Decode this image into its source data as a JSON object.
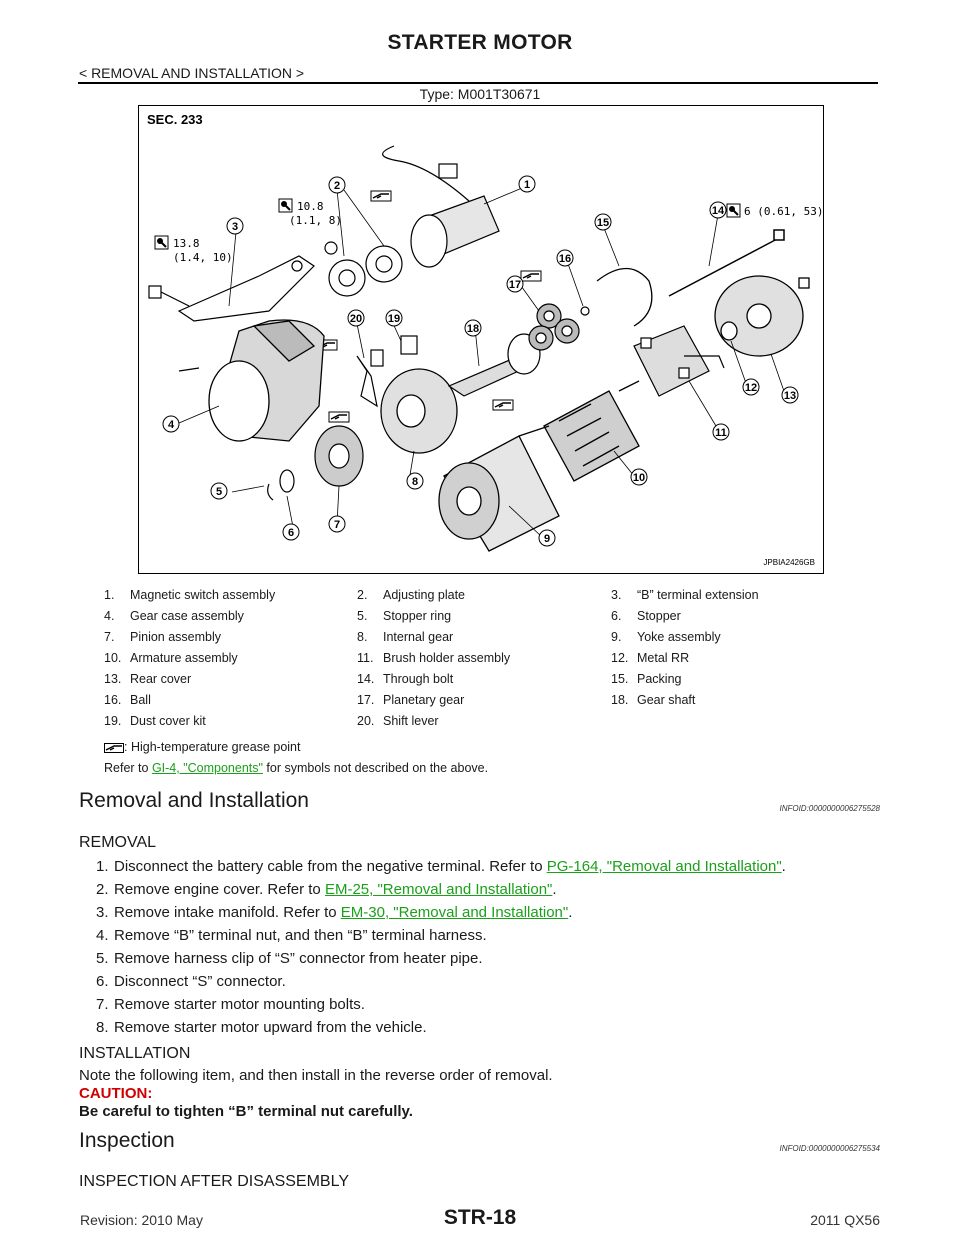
{
  "header": {
    "title": "STARTER MOTOR",
    "breadcrumb": "< REMOVAL AND INSTALLATION >",
    "type": "Type: M001T30671"
  },
  "diagram": {
    "section_code": "SEC. 233",
    "image_id": "JPBIA2426GB",
    "torque_1": "13.8",
    "torque_1_sub": "(1.4, 10)",
    "torque_2": "10.8",
    "torque_2_sub": "(1.1, 8)",
    "torque_3": "6 (0.61, 53)",
    "callouts": [
      "1",
      "2",
      "3",
      "4",
      "5",
      "6",
      "7",
      "8",
      "9",
      "10",
      "11",
      "12",
      "13",
      "14",
      "15",
      "16",
      "17",
      "18",
      "19",
      "20"
    ]
  },
  "legend": [
    {
      "num": "1.",
      "label": "Magnetic switch assembly"
    },
    {
      "num": "2.",
      "label": "Adjusting plate"
    },
    {
      "num": "3.",
      "label": "“B” terminal extension"
    },
    {
      "num": "4.",
      "label": "Gear case assembly"
    },
    {
      "num": "5.",
      "label": "Stopper ring"
    },
    {
      "num": "6.",
      "label": "Stopper"
    },
    {
      "num": "7.",
      "label": "Pinion assembly"
    },
    {
      "num": "8.",
      "label": "Internal gear"
    },
    {
      "num": "9.",
      "label": "Yoke assembly"
    },
    {
      "num": "10.",
      "label": "Armature assembly"
    },
    {
      "num": "11.",
      "label": "Brush holder assembly"
    },
    {
      "num": "12.",
      "label": "Metal RR"
    },
    {
      "num": "13.",
      "label": "Rear cover"
    },
    {
      "num": "14.",
      "label": "Through bolt"
    },
    {
      "num": "15.",
      "label": "Packing"
    },
    {
      "num": "16.",
      "label": "Ball"
    },
    {
      "num": "17.",
      "label": "Planetary gear"
    },
    {
      "num": "18.",
      "label": "Gear shaft"
    },
    {
      "num": "19.",
      "label": "Dust cover kit"
    },
    {
      "num": "20.",
      "label": "Shift lever"
    }
  ],
  "notes": {
    "grease": ": High-temperature grease point",
    "refer_prefix": "Refer to ",
    "refer_link": "GI-4, \"Components\"",
    "refer_suffix": " for symbols not described on the above."
  },
  "removal_installation": {
    "title": "Removal and Installation",
    "infoid": "INFOID:0000000006275528",
    "removal_heading": "REMOVAL",
    "steps": [
      {
        "num": "1.",
        "text": "Disconnect the battery cable from the negative terminal. Refer to ",
        "link": "PG-164, \"Removal and Installation\"",
        "after": "."
      },
      {
        "num": "2.",
        "text": "Remove engine cover. Refer to ",
        "link": "EM-25, \"Removal and Installation\"",
        "after": "."
      },
      {
        "num": "3.",
        "text": "Remove intake manifold. Refer to ",
        "link": "EM-30, \"Removal and Installation\"",
        "after": "."
      },
      {
        "num": "4.",
        "text": "Remove “B” terminal nut, and then “B” terminal harness."
      },
      {
        "num": "5.",
        "text": "Remove harness clip of “S” connector from heater pipe."
      },
      {
        "num": "6.",
        "text": "Disconnect “S” connector."
      },
      {
        "num": "7.",
        "text": "Remove starter motor mounting bolts."
      },
      {
        "num": "8.",
        "text": "Remove starter motor upward from the vehicle."
      }
    ],
    "installation_heading": "INSTALLATION",
    "installation_note": "Note the following item, and then install in the reverse order of removal.",
    "caution_label": "CAUTION:",
    "caution_text": "Be careful to tighten “B” terminal nut carefully."
  },
  "inspection": {
    "title": "Inspection",
    "infoid": "INFOID:0000000006275534",
    "subheading": "INSPECTION AFTER DISASSEMBLY"
  },
  "footer": {
    "revision": "Revision: 2010 May",
    "page": "STR-18",
    "model": "2011 QX56"
  }
}
